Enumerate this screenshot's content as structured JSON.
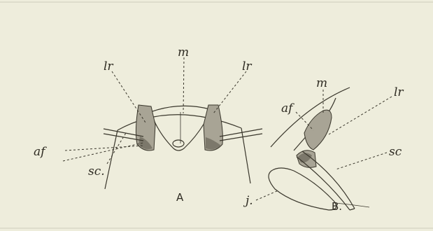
{
  "figure": {
    "panels": {
      "a": "A",
      "b": "B."
    },
    "labels_a": {
      "lr_left": "lr",
      "m": "m",
      "lr_right": "lr",
      "af": "af",
      "sc": "sc."
    },
    "labels_b": {
      "af": "af",
      "m": "m",
      "lr": "lr",
      "sc": "sc",
      "j": "j."
    }
  },
  "colors": {
    "paper": "#eeeddc",
    "ink": "#3a372c",
    "shading": "#a8a495"
  }
}
